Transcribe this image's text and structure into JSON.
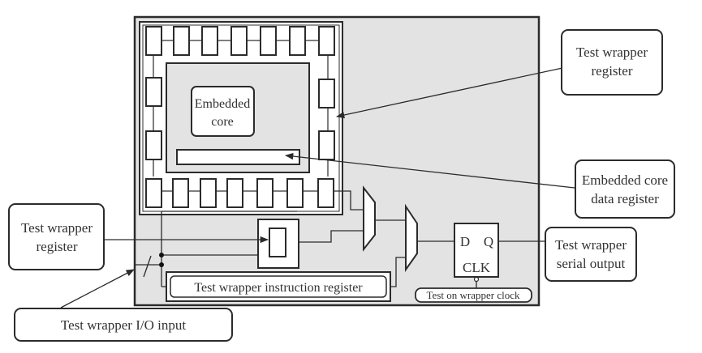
{
  "diagram": {
    "colors": {
      "chip_fill": "#e3e3e3",
      "stroke": "#2b2b2b",
      "box_fill": "#ffffff",
      "text": "#333333"
    },
    "inner_labels": {
      "embedded_core_line1": "Embedded",
      "embedded_core_line2": "core",
      "instruction_register": "Test wrapper instruction register",
      "flipflop_d": "D",
      "flipflop_q": "Q",
      "flipflop_clk": "CLK",
      "clock_label": "Test on wrapper clock"
    },
    "callouts": {
      "wrapper_register_top": {
        "line1": "Test wrapper",
        "line2": "register"
      },
      "core_data_register": {
        "line1": "Embedded core",
        "line2": "data register"
      },
      "serial_output": {
        "line1": "Test wrapper",
        "line2": "serial output"
      },
      "wrapper_register_left": {
        "line1": "Test wrapper",
        "line2": "register"
      },
      "io_input": {
        "line1": "Test wrapper I/O input"
      }
    }
  }
}
